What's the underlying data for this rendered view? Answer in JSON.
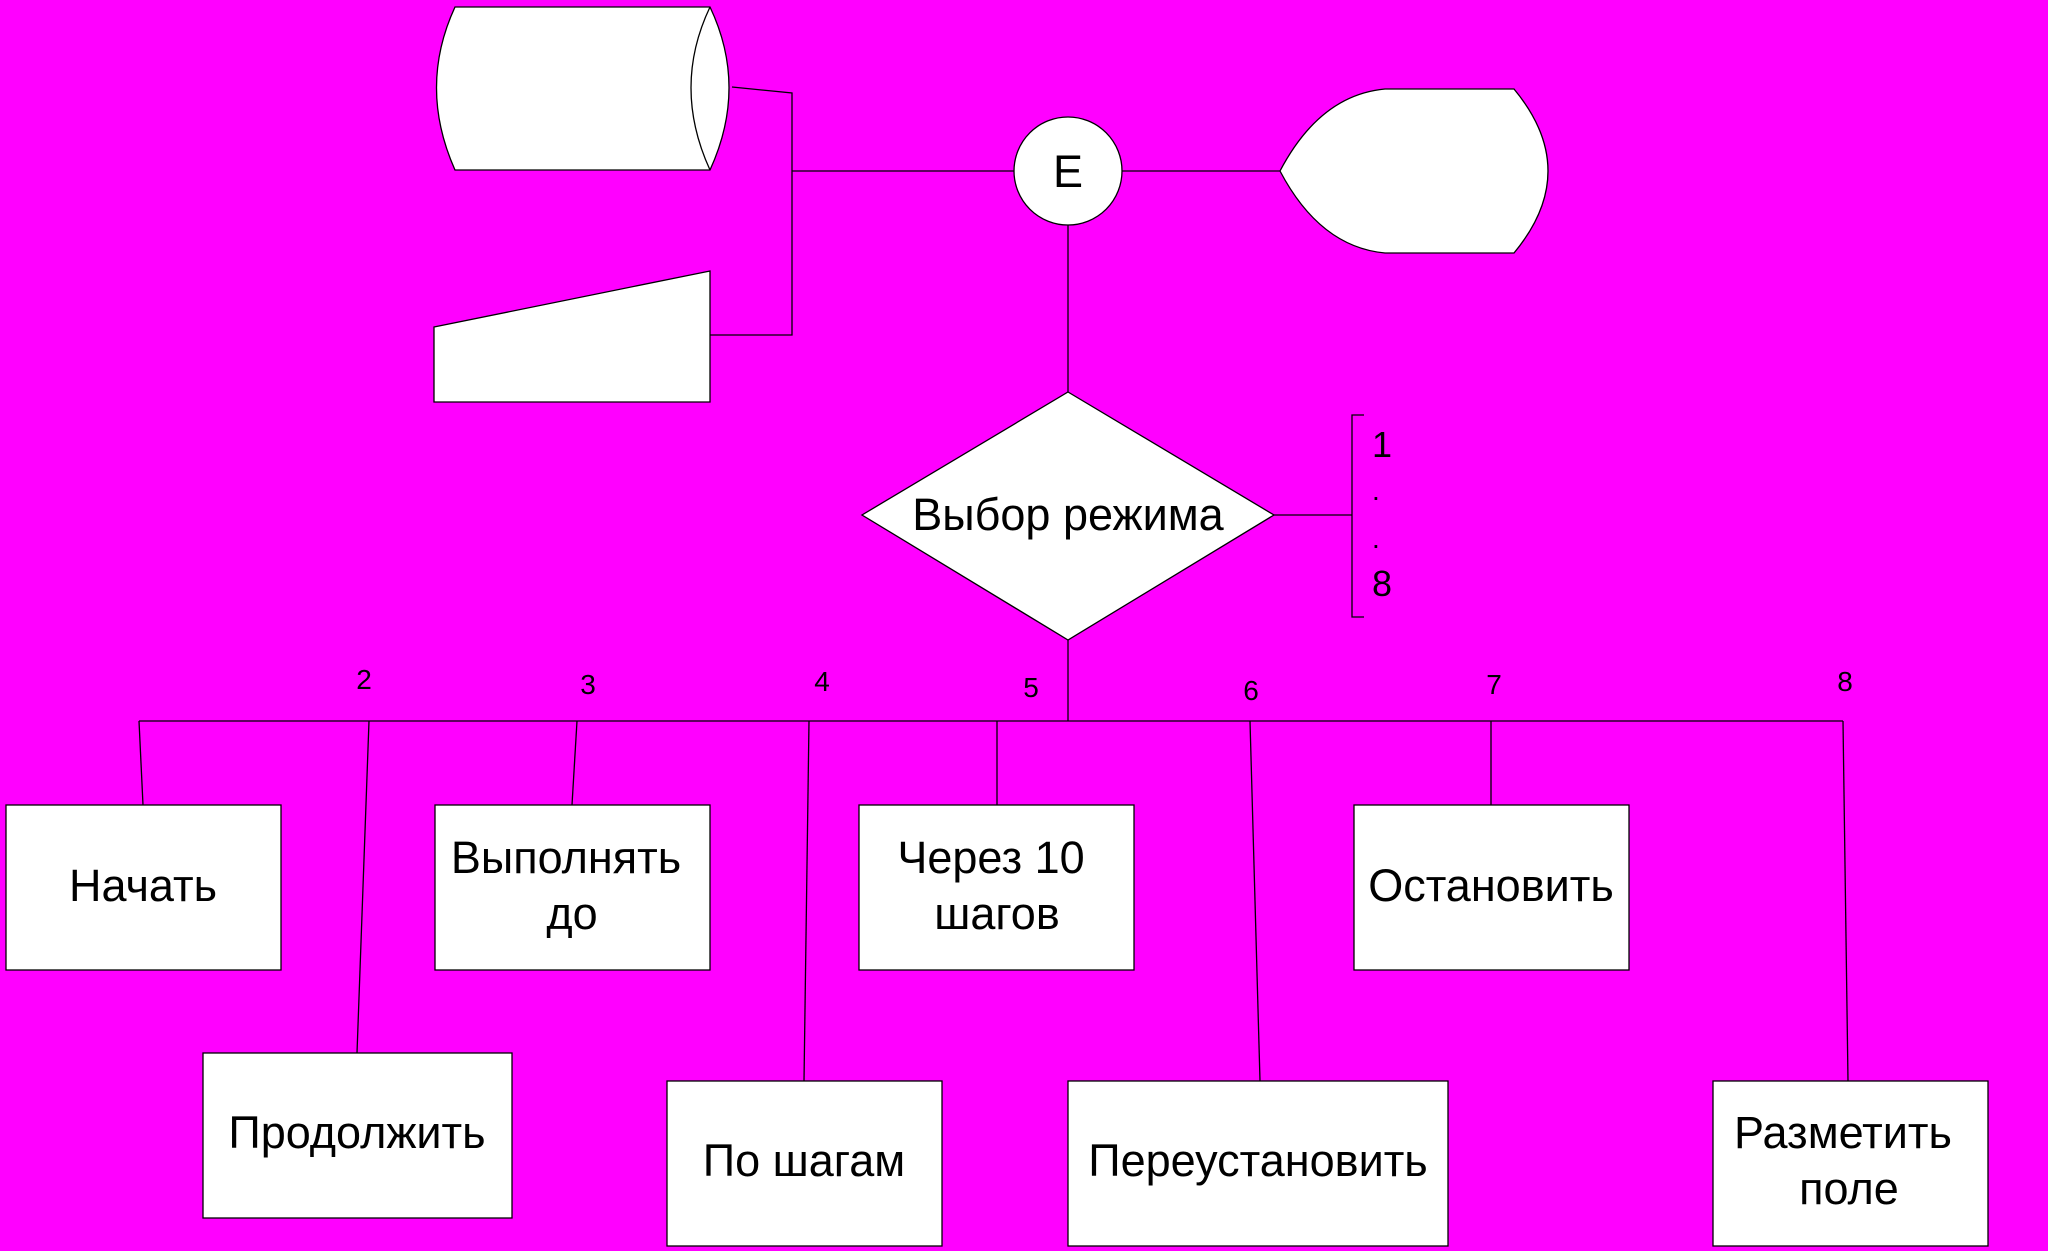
{
  "colors": {
    "background": "#ff00ff",
    "shape_fill": "#ffffff",
    "stroke": "#000000"
  },
  "connector": {
    "label": "E"
  },
  "decision": {
    "label": "Выбор режима"
  },
  "range_note": {
    "top": "1",
    "dot1": ".",
    "dot2": ".",
    "bottom": "8"
  },
  "branch_numbers": [
    "2",
    "3",
    "4",
    "5",
    "6",
    "7",
    "8"
  ],
  "boxes": {
    "start": [
      "Начать"
    ],
    "continue": [
      "Продолжить"
    ],
    "run_until": [
      "Выполнять",
      "до"
    ],
    "step_by_step": [
      "По шагам"
    ],
    "ten_steps": [
      "Через 10",
      "шагов"
    ],
    "reinstall": [
      "Переустановить"
    ],
    "stop": [
      "Остановить"
    ],
    "mark_field": [
      "Разметить",
      "поле"
    ]
  }
}
